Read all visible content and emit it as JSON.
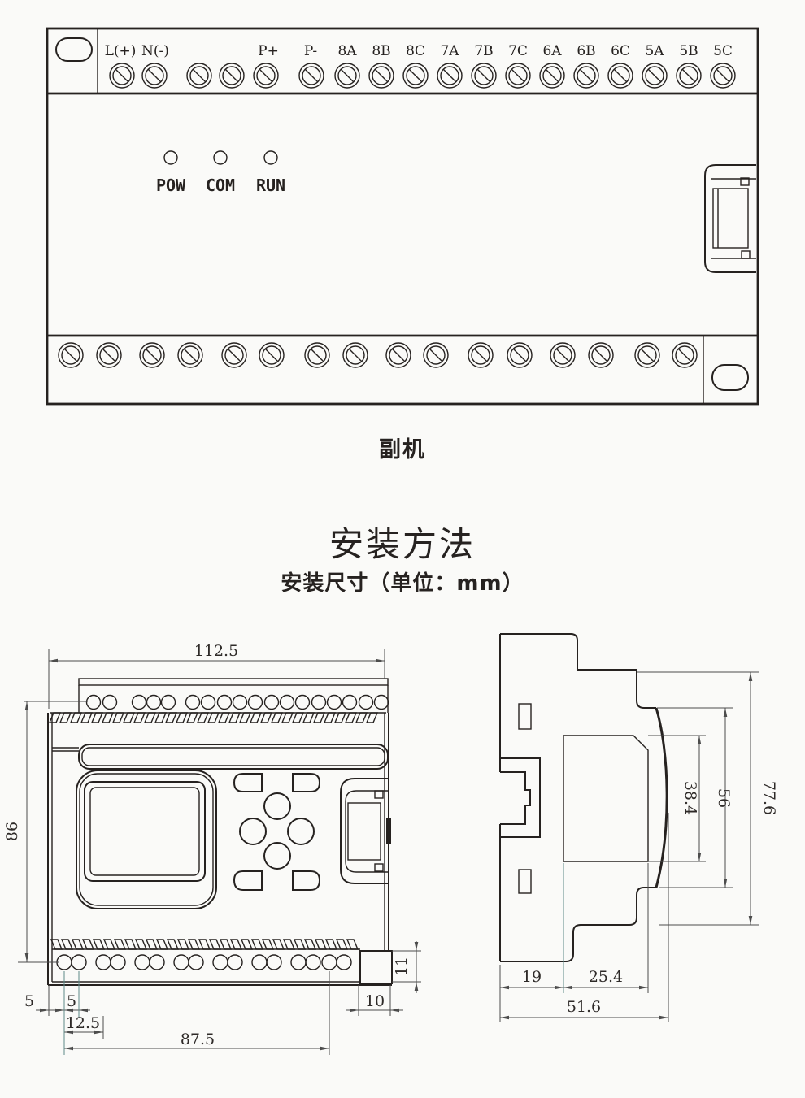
{
  "top_view": {
    "caption": "副机",
    "terminal_labels": [
      "L(+)",
      "N(-)",
      "P+",
      "P-",
      "8A",
      "8B",
      "8C",
      "7A",
      "7B",
      "7C",
      "6A",
      "6B",
      "6C",
      "5A",
      "5B",
      "5C"
    ],
    "led_labels": [
      "POW",
      "COM",
      "RUN"
    ]
  },
  "section": {
    "title": "安装方法",
    "subtitle": "安装尺寸（单位：mm）"
  },
  "front_view_dims": {
    "width": "112.5",
    "height": "86",
    "pitch_edge": "5",
    "pitch_hole": "5",
    "pitch_group": "12.5",
    "span": "87.5",
    "foot_width": "10",
    "foot_height": "11"
  },
  "side_view_dims": {
    "rear_depth": "19",
    "body_depth": "25.4",
    "total_depth": "51.6",
    "face_height": "38.4",
    "mid_height": "56",
    "total_height": "77.6"
  },
  "colors": {
    "line": "#262220",
    "dim_line": "#4c4c4c",
    "teal_line": "#5e8a88",
    "background": "#fafaf8"
  }
}
